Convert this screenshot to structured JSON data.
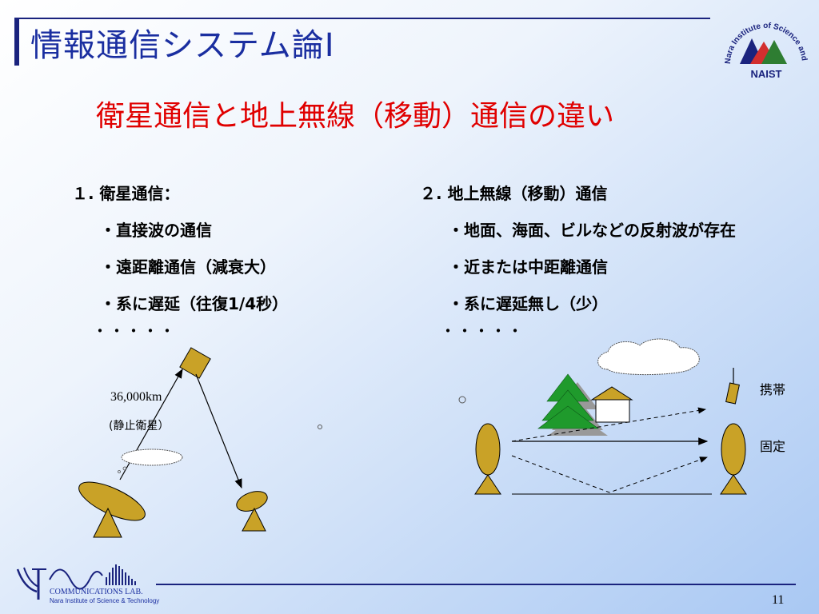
{
  "slide": {
    "title": "情報通信システム論Ⅰ",
    "subtitle": "衛星通信と地上無線（移動）通信の違い",
    "page_number": "11"
  },
  "left_column": {
    "heading": "１. 衛星通信：",
    "items": [
      "・直接波の通信",
      "・遠距離通信（減衰大）",
      "・系に遅延（往復1/4秒）"
    ],
    "ellipsis": "・・・・・"
  },
  "right_column": {
    "heading": "２. 地上無線（移動）通信",
    "items": [
      "・地面、海面、ビルなどの反射波が存在",
      "・近または中距離通信",
      "・系に遅延無し（少）"
    ],
    "ellipsis": "・・・・・"
  },
  "satellite_diagram": {
    "distance_label": "36,000km",
    "geo_label": "(静止衛星）"
  },
  "terrestrial_diagram": {
    "mobile_label": "携帯",
    "fixed_label": "固定"
  },
  "logos": {
    "naist_text": "NAIST",
    "naist_ring_text": "Nara Institute of Science and Technology",
    "lab_name": "COMMUNICATIONS LAB.",
    "lab_institute": "Nara Institute of Science & Technology"
  },
  "colors": {
    "title_blue": "#1a2ea0",
    "subtitle_red": "#e00000",
    "antenna_gold": "#c9a227",
    "tree_green": "#1f9a2c"
  }
}
